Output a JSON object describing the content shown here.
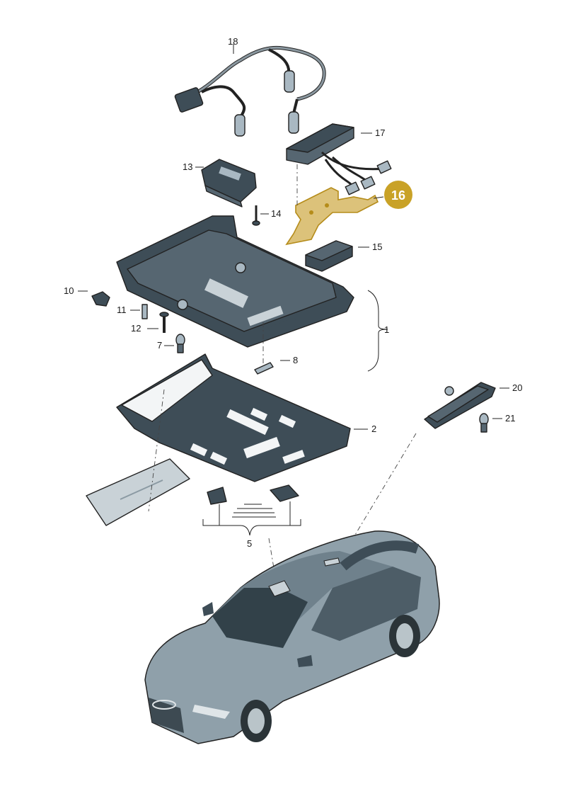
{
  "callouts": {
    "c1": "1",
    "c2": "2",
    "c5": "5",
    "c7": "7",
    "c8": "8",
    "c10": "10",
    "c11": "11",
    "c12": "12",
    "c13": "13",
    "c14": "14",
    "c15": "15",
    "c16": "16",
    "c17": "17",
    "c18": "18",
    "c20": "20",
    "c21": "21"
  },
  "highlight": {
    "part": "16",
    "color": "#c9a227"
  },
  "colors": {
    "part_dark": "#3e4d57",
    "part_light": "#a9b8c2",
    "car_body": "#8fa0aa",
    "outline": "#222222"
  }
}
